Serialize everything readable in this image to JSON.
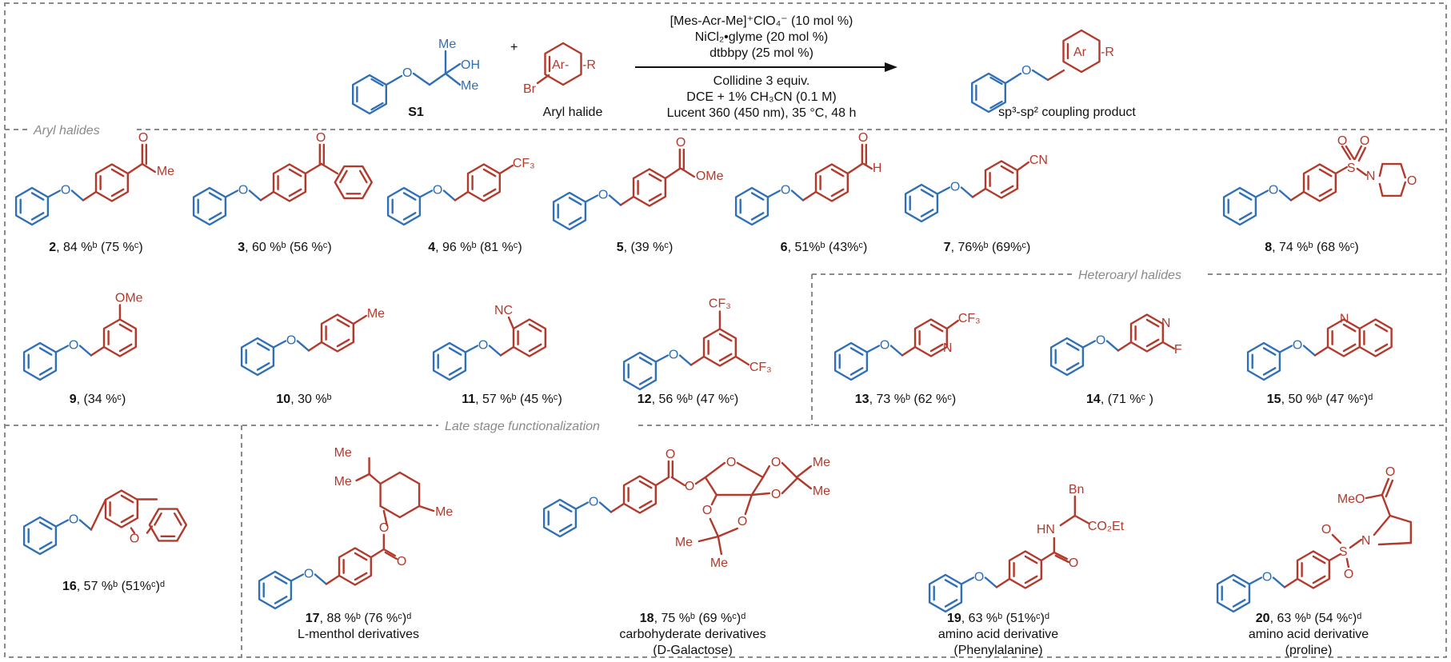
{
  "scheme": {
    "reagents": [
      "[Mes-Acr-Me]⁺ClO₄⁻ (10 mol %)",
      "NiCl₂•glyme (20 mol %)",
      "dtbbpy (25 mol %)"
    ],
    "conditions": [
      "Collidine 3 equiv.",
      "DCE + 1% CH₃CN (0.1 M)",
      "Lucent 360 (450 nm), 35 °C,  48 h"
    ],
    "substrate_label": "S1",
    "aryl_halide_label": "Aryl halide",
    "product_label": "sp³-sp² coupling product",
    "plus": "+"
  },
  "sections": {
    "aryl": "Aryl halides",
    "heteroaryl": "Heteroaryl halides",
    "late": "Late stage functionalization"
  },
  "atoms": {
    "O": "O",
    "OH": "OH",
    "Me": "Me",
    "Br": "Br",
    "Ar": "Ar",
    "R": "-R",
    "Ar_R": "Ar-",
    "R_only": "-R",
    "CF3": "CF₃",
    "OMe": "OMe",
    "H": "H",
    "CN": "CN",
    "NC": "NC",
    "N": "N",
    "S": "S",
    "F": "F",
    "HN": "HN",
    "Bn": "Bn",
    "CO2Et": "CO₂Et",
    "MeO": "MeO"
  },
  "compounds": [
    {
      "num": "2",
      "caption": ", 84 %ᵇ (75 %ᶜ)"
    },
    {
      "num": "3",
      "caption": ", 60 %ᵇ (56 %ᶜ)"
    },
    {
      "num": "4",
      "caption": ", 96 %ᵇ (81 %ᶜ)"
    },
    {
      "num": "5",
      "caption": ", (39 %ᶜ)"
    },
    {
      "num": "6",
      "caption": ", 51%ᵇ (43%ᶜ)"
    },
    {
      "num": "7",
      "caption": ", 76%ᵇ (69%ᶜ)"
    },
    {
      "num": "8",
      "caption": ", 74 %ᵇ (68 %ᶜ)"
    },
    {
      "num": "9",
      "caption": ", (34 %ᶜ)"
    },
    {
      "num": "10",
      "caption": ", 30 %ᵇ"
    },
    {
      "num": "11",
      "caption": ", 57 %ᵇ (45 %ᶜ)"
    },
    {
      "num": "12",
      "caption": ", 56 %ᵇ (47 %ᶜ)"
    },
    {
      "num": "13",
      "caption": ", 73 %ᵇ (62 %ᶜ)"
    },
    {
      "num": "14",
      "caption": ", (71 %ᶜ )"
    },
    {
      "num": "15",
      "caption": ", 50 %ᵇ (47 %ᶜ)ᵈ"
    },
    {
      "num": "16",
      "caption": ", 57 %ᵇ (51%ᶜ)ᵈ"
    },
    {
      "num": "17",
      "caption": ", 88 %ᵇ (76 %ᶜ)ᵈ",
      "sub": [
        "L-menthol derivatives"
      ]
    },
    {
      "num": "18",
      "caption": ", 75 %ᵇ (69 %ᶜ)ᵈ",
      "sub": [
        "carbohyderate derivatives",
        "(D-Galactose)"
      ]
    },
    {
      "num": "19",
      "caption": ", 63 %ᵇ (51%ᶜ)ᵈ",
      "sub": [
        "amino acid derivative",
        "(Phenylalanine)"
      ]
    },
    {
      "num": "20",
      "caption": ", 63 %ᵇ (54 %ᶜ)ᵈ",
      "sub": [
        "amino acid derivative",
        "(proline)"
      ]
    }
  ],
  "colors": {
    "blue": "#2f6fb7",
    "red": "#b23a2c",
    "frame": "#8a8a8a"
  }
}
